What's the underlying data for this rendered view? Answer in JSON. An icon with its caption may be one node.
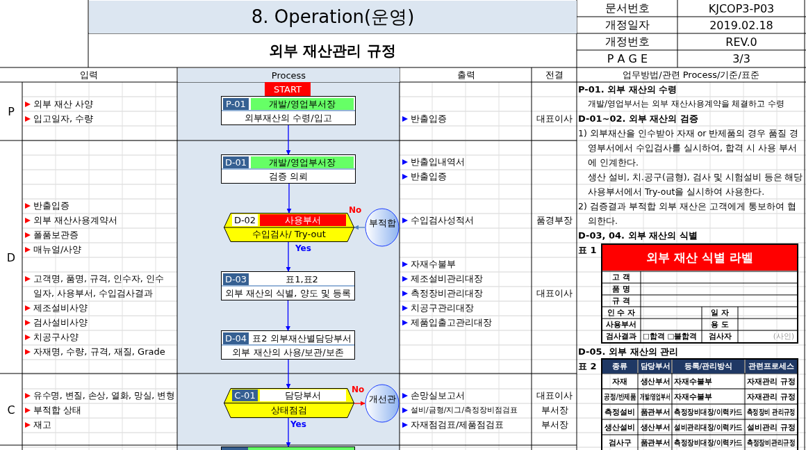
{
  "diagram": {
    "title": "8. Operation(운영)",
    "nodes": [
      {
        "text": [
          "START"
        ]
      },
      {
        "text": [
          "P-01",
          "개발/영업부서장",
          "외부재산의 수령/입고"
        ]
      },
      {
        "text": [
          "D-01",
          "개발/영업부서장",
          "검증 의뢰"
        ]
      },
      {
        "text": [
          "D-02",
          "사용부서",
          "수입검사/ Try-out"
        ]
      },
      {
        "text": [
          "부적합"
        ]
      },
      {
        "text": [
          "D-03",
          "표1,표2",
          "외부 재산의 식별, 양도 및 등록"
        ]
      },
      {
        "text": [
          "D-04",
          "표2 외부재산별담당부서",
          "외부 재산의 사용/보관/보존"
        ]
      },
      {
        "text": [
          "C-01",
          "담당부서",
          "상태점검"
        ]
      },
      {
        "text": [
          "개선관"
        ]
      },
      {
        "text": [],
        "shape": "box"
      }
    ],
    "edges": [
      {
        "from": 1,
        "to": 2,
        "arrow": "to"
      },
      {
        "from": 2,
        "to": 3,
        "arrow": "to"
      },
      {
        "from": 4,
        "to": 3,
        "arrow": "to",
        "label": "No",
        "color": "#4f81bd"
      },
      {
        "from": 3,
        "to": 5,
        "arrow": "to",
        "label": "Yes"
      },
      {
        "from": 5,
        "to": 6,
        "arrow": "to"
      },
      {
        "from": 6,
        "to": 7,
        "arrow": "to"
      },
      {
        "from": 7,
        "to": 8,
        "arrow": "to",
        "label": "No",
        "color": "#ff0000"
      },
      {
        "from": 7,
        "to": 9,
        "arrow": "to",
        "label": "Yes"
      }
    ],
    "labels": [
      "외부 재산관리 규정",
      "문서번호",
      "KJCOP3-P03",
      "개정일자",
      "2019.02.18",
      "개정번호",
      "REV.0",
      "P A G E",
      "3/3",
      "입력",
      "Process",
      "출력",
      "전결",
      "업무방법/관련 Process/기준/표준",
      "P",
      "외부 재산 사양",
      "입고일자, 수량",
      "반출입증",
      "대표이사",
      "P-01. 외부 재산의 수령",
      "개발/영업부서는 외부 재산사용계약을 체결하고 수령",
      "D",
      "D-01~02. 외부 재산의 검증",
      "1) 외부재산을 인수받아 자재 or 반제품의 경우 품질 경영부서에서 수입검사를 실시하여, 합격 시 사용 부서에 인계한다.",
      "생산 설비, 치.공구(금형), 검사 및 시험설비 등은 해당 사용부서에서 Try-out을 실시하여 사용한다.",
      "2) 검증결과 부적합 외부 재산은 고객에게 통보하여 협의한다.",
      "D-03, 04. 외부 재산의 식별",
      "표 1",
      "반출입내역서",
      "반출입증",
      "반출입증",
      "외부 재산사용계약서",
      "수입검사성적서",
      "품경부장",
      "폴품보관증",
      "매뉴얼/사양",
      "자재수불부",
      "고객명, 품명, 규격, 인수자, 인수 일자, 사용부서, 수입검사결과",
      "제조설비관리대장",
      "측정장비관리대장",
      "대표이사",
      "제조설비사양",
      "치공구관리대장",
      "검사설비사양",
      "제품입출고관리대장",
      "치공구사양",
      "자재명, 수량, 규격, 재질, Grade",
      "외부 재산 식별 라벨",
      "고 객",
      "품 명",
      "규 격",
      "인 수 자",
      "일 자",
      "사용부서",
      "용 도",
      "검사결과",
      "□합격 □불합격",
      "검사자",
      "(사인)",
      "D-05. 외부 재산의 관리",
      "표 2",
      "종류",
      "담당부서",
      "등록/관리방식",
      "관련프로세스",
      "자재",
      "생산부서",
      "자재수불부",
      "자재관리 규정",
      "공정/반제품",
      "개발/영업부서",
      "자재수불부",
      "자재관리 규정",
      "측정설비",
      "품관부서",
      "측정장비대장/이력카드",
      "측정장비 관리규정",
      "생산설비",
      "생산부서",
      "설비관리대장/이력카드",
      "설비관리 규정",
      "검사구",
      "품관부서",
      "측정장비대장/이력카드",
      "측정장비관리규정",
      "C",
      "유수명, 변질, 손상, 열화, 망실, 변형",
      "손망실보고서",
      "대표이사",
      "부적합 상태",
      "설비/금형/지그/측정장비점검표",
      "부서장",
      "재고",
      "자재점검표/제품점검표",
      "부서장"
    ]
  }
}
